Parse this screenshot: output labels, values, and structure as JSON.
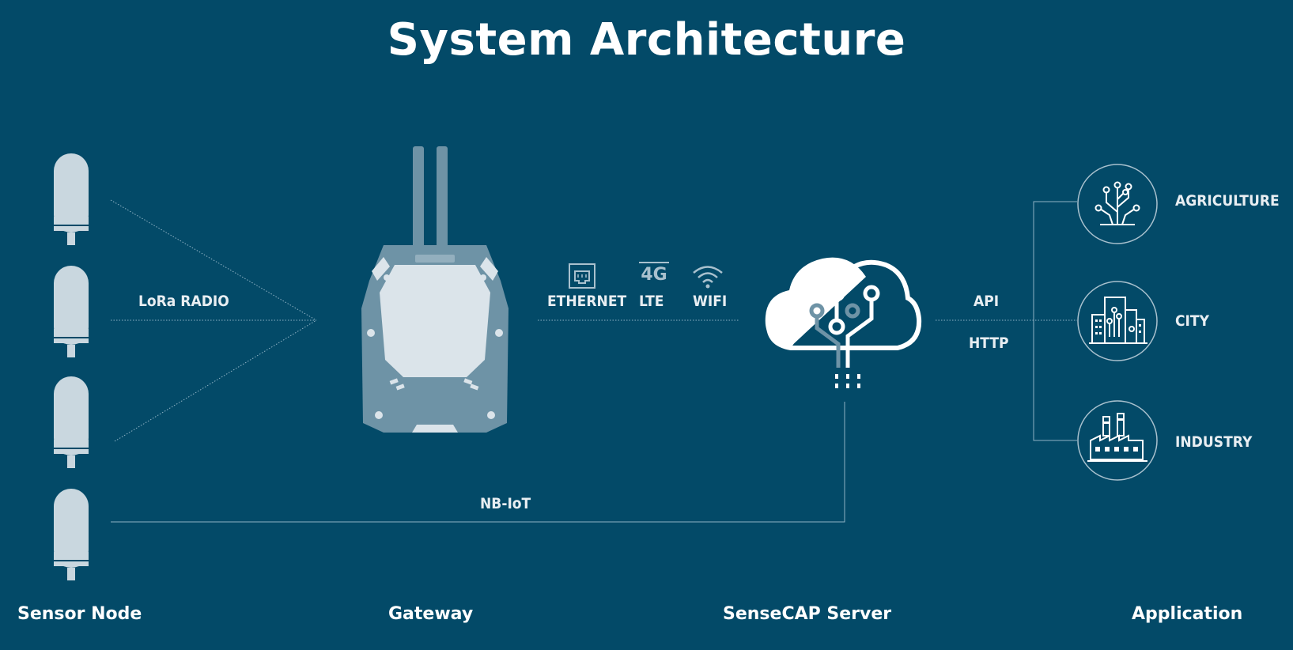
{
  "title": "System Architecture",
  "columns": {
    "sensor_node": "Sensor Node",
    "gateway": "Gateway",
    "server": "SenseCAP Server",
    "application": "Application"
  },
  "links": {
    "lora": "LoRa RADIO",
    "nbiot": "NB-IoT",
    "ethernet": "ETHERNET",
    "lte_badge": "4G",
    "lte": "LTE",
    "wifi": "WIFI",
    "api": "API",
    "http": "HTTP"
  },
  "applications": [
    {
      "label": "AGRICULTURE",
      "icon": "plant-circuit-icon"
    },
    {
      "label": "CITY",
      "icon": "city-icon"
    },
    {
      "label": "INDUSTRY",
      "icon": "factory-icon"
    }
  ],
  "colors": {
    "background": "#034a68",
    "device": "#c9d7df",
    "gateway_body": "#6e93a6",
    "line": "#8fb2c4"
  }
}
